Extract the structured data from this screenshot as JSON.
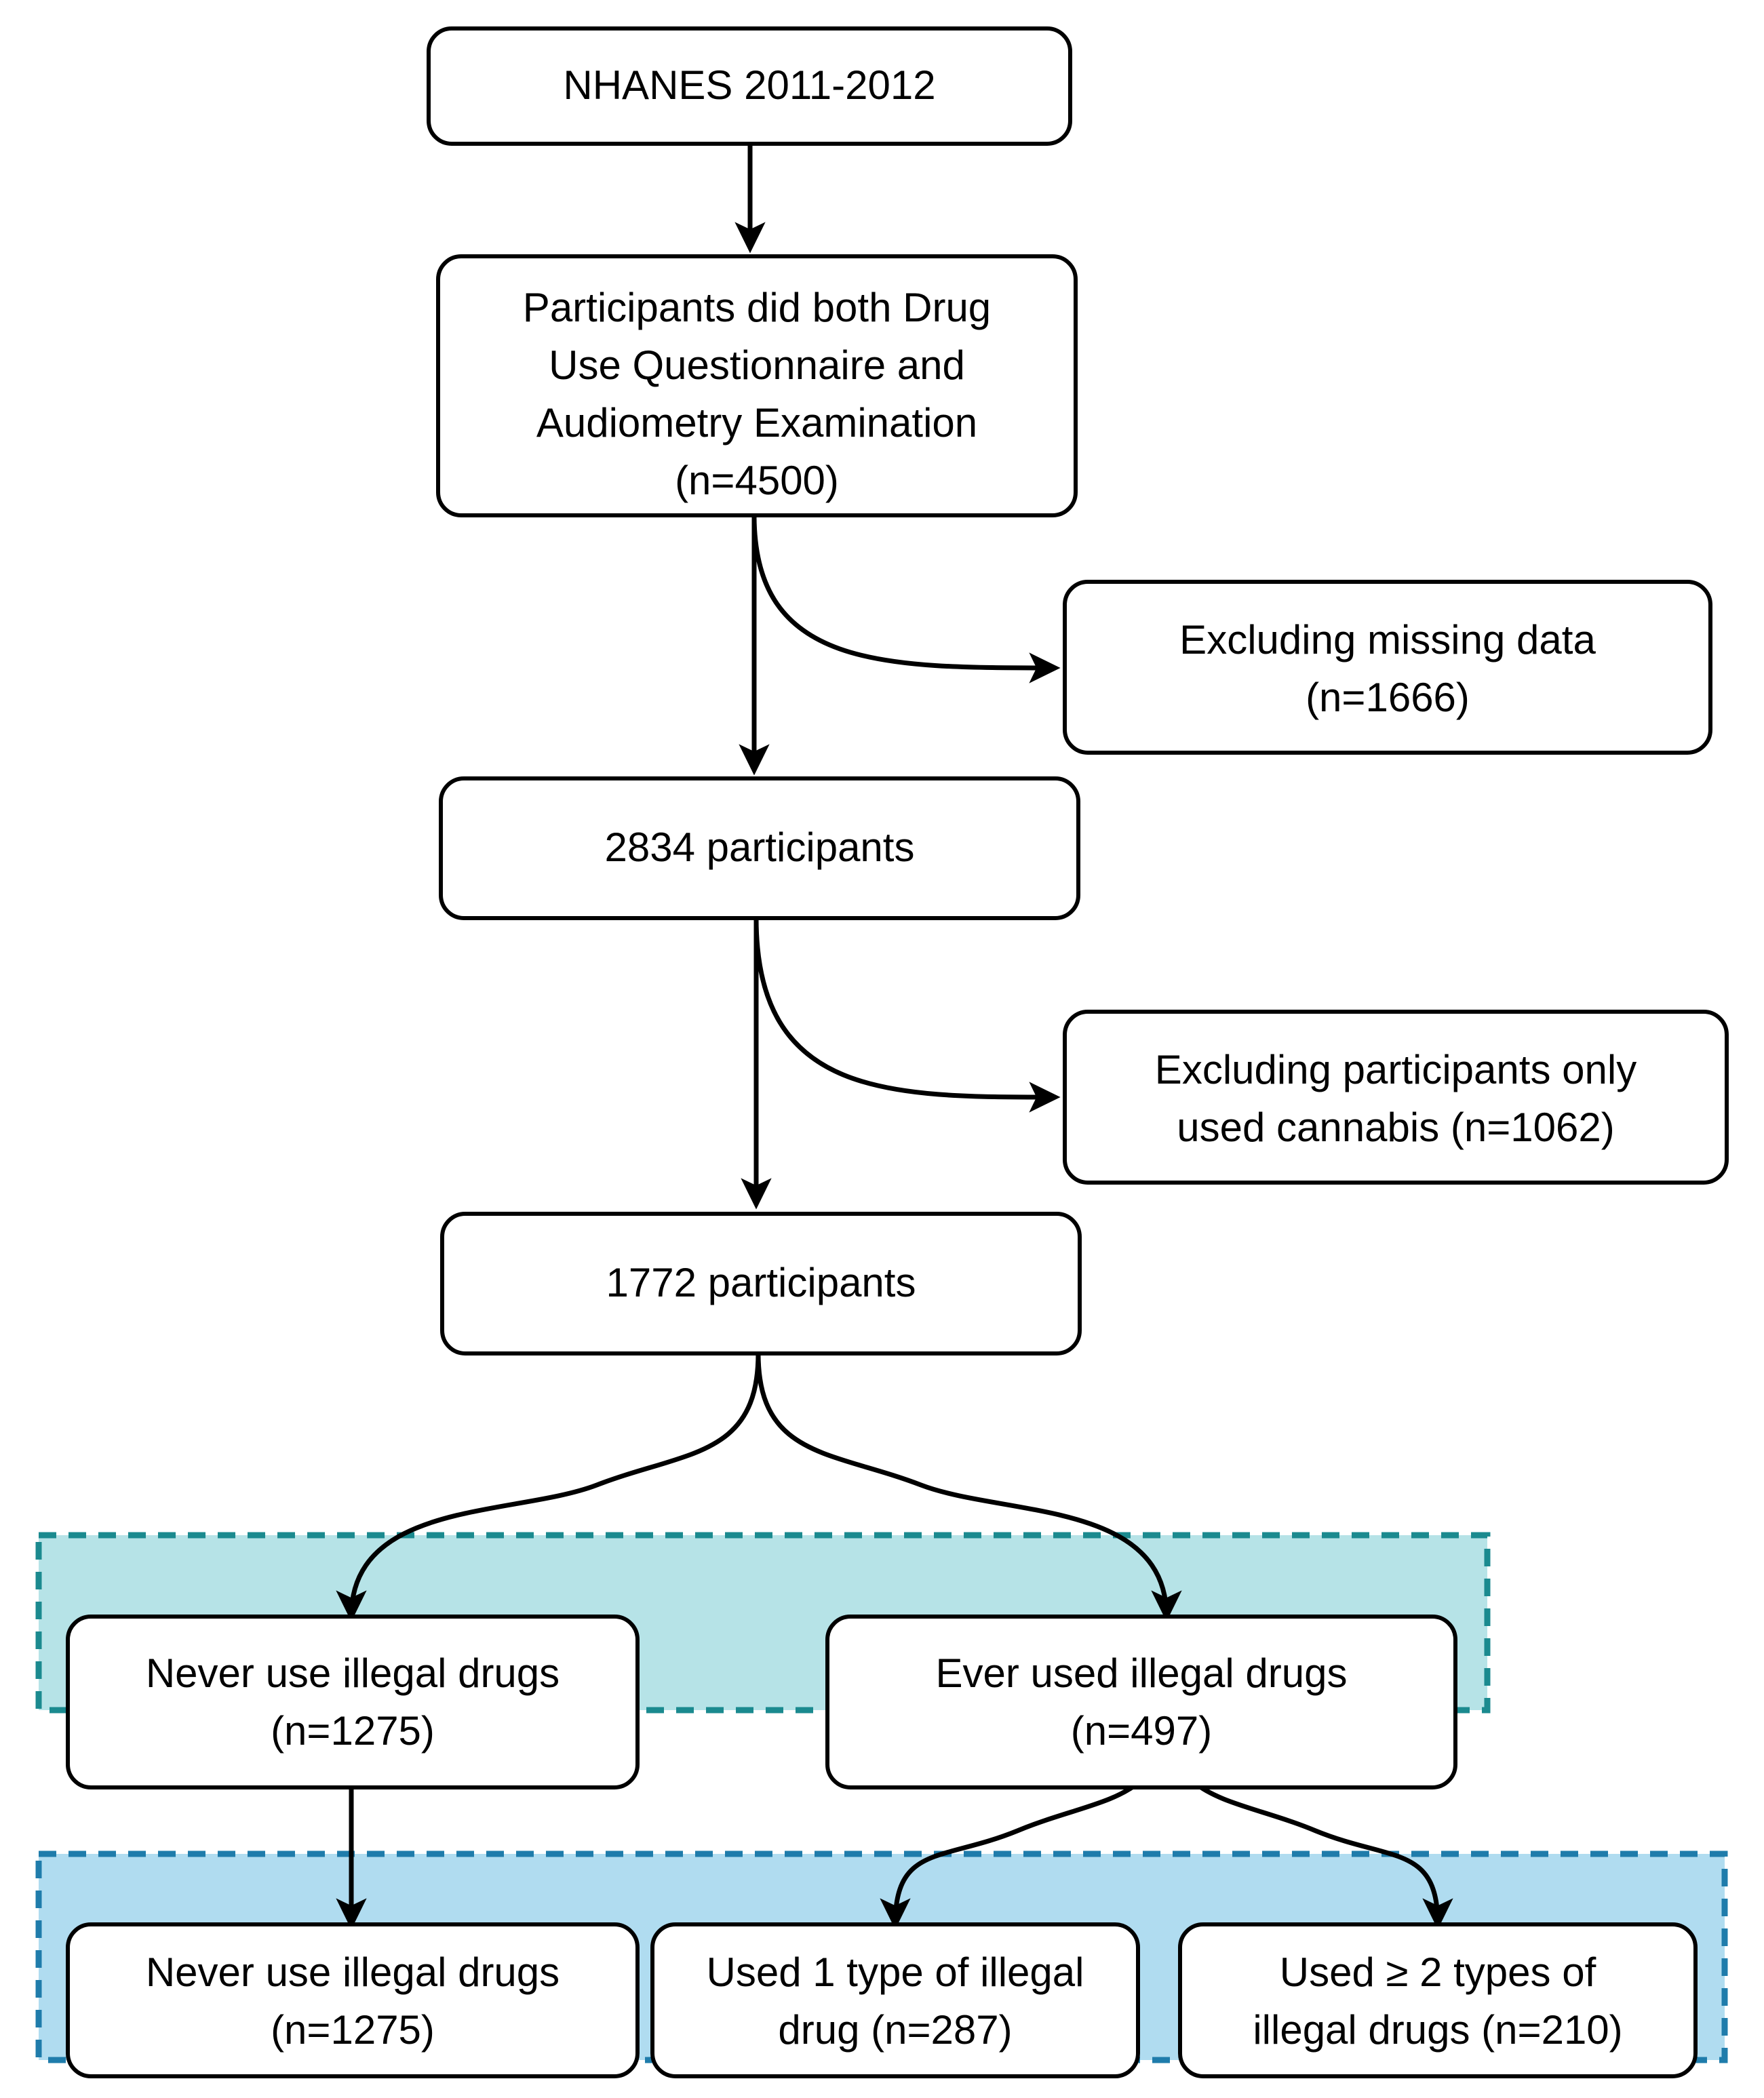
{
  "chart_data": {
    "type": "diagram",
    "title": "NHANES 2011-2012 participant selection flow diagram",
    "nodes": [
      {
        "id": "source",
        "label": "NHANES 2011-2012",
        "n": null
      },
      {
        "id": "both_exams",
        "label": "Participants did both Drug Use Questionnaire and Audiometry Examination (n=4500)",
        "n": 4500
      },
      {
        "id": "excl_missing",
        "label": "Excluding missing data (n=1666)",
        "n": 1666
      },
      {
        "id": "after_missing",
        "label": "2834 participants",
        "n": 2834
      },
      {
        "id": "excl_cannabis",
        "label": "Excluding participants only used cannabis (n=1062)",
        "n": 1062
      },
      {
        "id": "after_cannabis",
        "label": "1772 participants",
        "n": 1772
      },
      {
        "id": "never_a",
        "label": "Never use illegal drugs (n=1275)",
        "n": 1275
      },
      {
        "id": "ever",
        "label": "Ever used illegal drugs (n=497)",
        "n": 497
      },
      {
        "id": "never_b",
        "label": "Never use illegal drugs (n=1275)",
        "n": 1275
      },
      {
        "id": "one_type",
        "label": "Used 1 type of illegal drug (n=287)",
        "n": 287
      },
      {
        "id": "two_types",
        "label": "Used ≥ 2 types of illegal drugs (n=210)",
        "n": 210
      }
    ],
    "edges": [
      {
        "from": "source",
        "to": "both_exams"
      },
      {
        "from": "both_exams",
        "to": "excl_missing"
      },
      {
        "from": "both_exams",
        "to": "after_missing"
      },
      {
        "from": "after_missing",
        "to": "excl_cannabis"
      },
      {
        "from": "after_missing",
        "to": "after_cannabis"
      },
      {
        "from": "after_cannabis",
        "to": "never_a"
      },
      {
        "from": "after_cannabis",
        "to": "ever"
      },
      {
        "from": "never_a",
        "to": "never_b"
      },
      {
        "from": "ever",
        "to": "one_type"
      },
      {
        "from": "ever",
        "to": "two_types"
      }
    ],
    "groups": [
      {
        "id": "group-two-way",
        "members": [
          "never_a",
          "ever"
        ],
        "fill": "#b6e3e7",
        "border": "#1b8a8f",
        "style": "dashed"
      },
      {
        "id": "group-three-way",
        "members": [
          "never_b",
          "one_type",
          "two_types"
        ],
        "fill": "#b0dcf0",
        "border": "#1f7cab",
        "style": "dashed"
      }
    ]
  },
  "boxes": {
    "source": {
      "line1": "NHANES 2011-2012"
    },
    "both_exams": {
      "line1": "Participants did both Drug",
      "line2": "Use Questionnaire and",
      "line3": "Audiometry Examination",
      "line4": "(n=4500)"
    },
    "excl_missing": {
      "line1": "Excluding missing data",
      "line2": "(n=1666)"
    },
    "after_missing": {
      "line1": "2834 participants"
    },
    "excl_cannabis": {
      "line1": "Excluding participants only",
      "line2": "used cannabis (n=1062)"
    },
    "after_cannabis": {
      "line1": "1772 participants"
    },
    "never_a": {
      "line1": "Never use illegal drugs",
      "line2": "(n=1275)"
    },
    "ever": {
      "line1": "Ever used illegal drugs",
      "line2": "(n=497)"
    },
    "never_b": {
      "line1": "Never use illegal drugs",
      "line2": "(n=1275)"
    },
    "one_type": {
      "line1": "Used 1 type of illegal",
      "line2": "drug (n=287)"
    },
    "two_types": {
      "line1": "Used ≥ 2 types of",
      "line2": "illegal drugs (n=210)"
    }
  },
  "colors": {
    "band_teal_fill": "#b6e3e7",
    "band_teal_border": "#1b8a8f",
    "band_blue_fill": "#b0dcf0",
    "band_blue_border": "#1f7cab",
    "box_fill": "#ffffff",
    "box_stroke": "#000000",
    "connector": "#000000",
    "page_background": "#ffffff"
  }
}
